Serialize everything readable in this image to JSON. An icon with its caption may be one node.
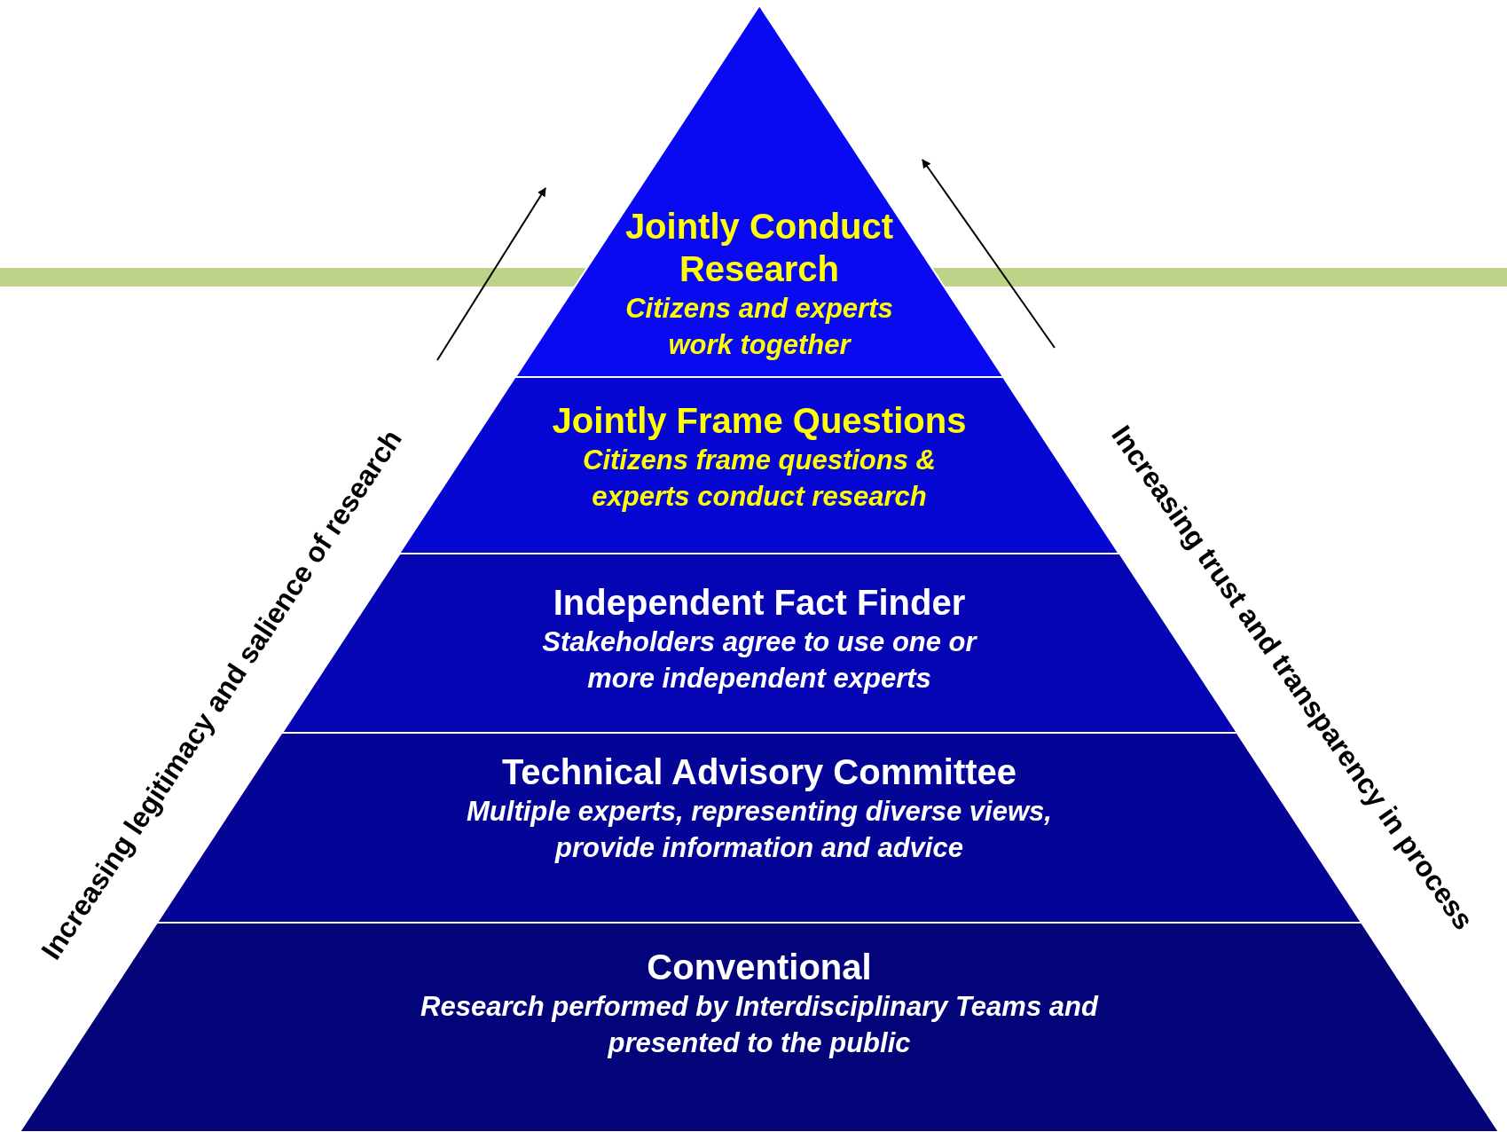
{
  "diagram": {
    "nodes": [
      {
        "text": [
          "Jointly Conduct Research",
          "Citizens and experts work together"
        ]
      },
      {
        "text": [
          "Jointly Frame Questions",
          "Citizens frame questions & experts conduct research"
        ]
      },
      {
        "text": [
          "Independent Fact Finder",
          "Stakeholders agree to use one or more independent experts"
        ]
      },
      {
        "text": [
          "Technical Advisory Committee",
          "Multiple experts, representing diverse views, provide information and advice"
        ]
      },
      {
        "text": [
          "Conventional",
          "Research performed by Interdisciplinary Teams and presented to the public"
        ]
      },
      {
        "text": [],
        "shape": "bar"
      }
    ],
    "labels": [
      "Increasing legitimacy and salience of research",
      "Increasing trust and transparency in process"
    ]
  }
}
